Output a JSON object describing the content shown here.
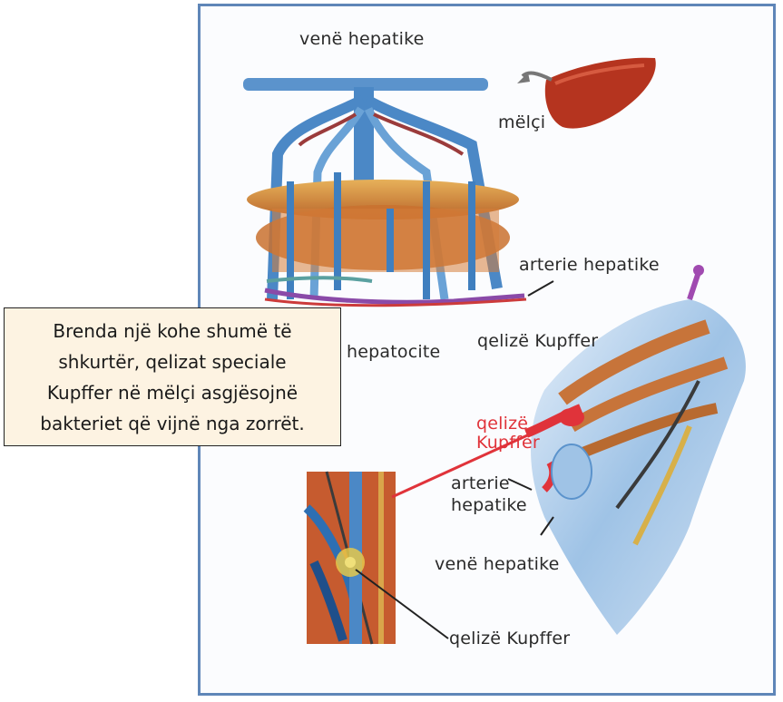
{
  "labels": {
    "hepatic_vein_top": "venë hepatike",
    "liver": "mëlçi",
    "hepatic_artery_top": "arterie hepatike",
    "hepatocytes": "hepatocite",
    "kupffer_cell_top": "qelizë Kupffer",
    "kupffer_cell_red_line1": "qelizë",
    "kupffer_cell_red_line2": "Kupffer",
    "hepatic_artery_lower_line1": "arterie",
    "hepatic_artery_lower_line2": "hepatike",
    "hepatic_vein_lower": "venë hepatike",
    "kupffer_cell_bottom": "qelizë Kupffer"
  },
  "callout": {
    "line1": "Brenda një kohe shumë të",
    "line2": "shkurtër, qelizat speciale",
    "line3": "Kupffer në mëlçi asgjësojnë",
    "line4": "bakteriet që vijnë nga zorrët."
  },
  "colors": {
    "frame_border": "#5f86b8",
    "callout_bg": "#fdf3e2",
    "liver": "#b5341f",
    "vessel_blue": "#4b88c6",
    "tissue_orange": "#d67d3a",
    "highlight_red": "#e0333a"
  }
}
